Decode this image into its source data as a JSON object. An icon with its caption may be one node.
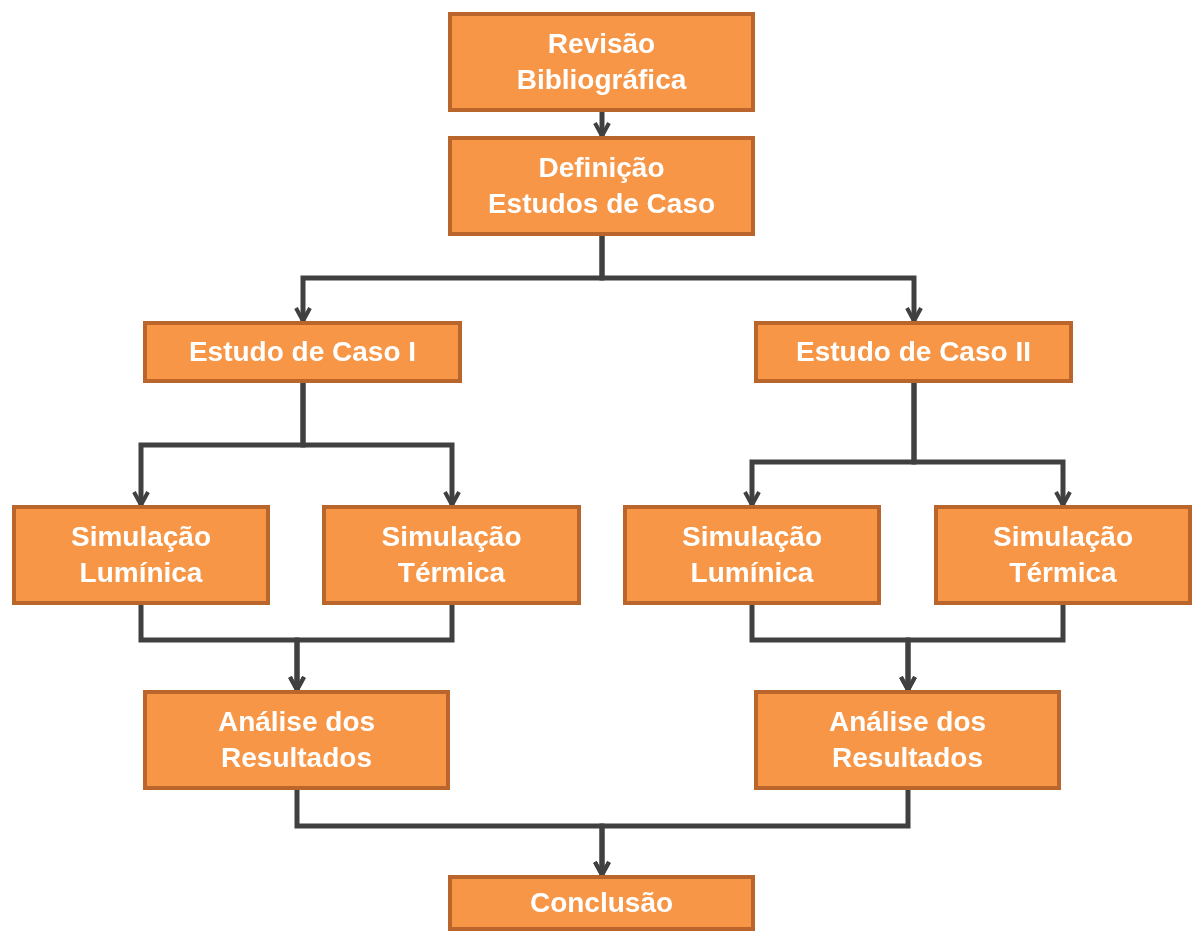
{
  "diagram": {
    "nodes": [
      {
        "text": [
          "Revisão Bibliográfica"
        ]
      },
      {
        "text": [
          "Definição Estudos de Caso"
        ]
      },
      {
        "text": [
          "Estudo de Caso I"
        ]
      },
      {
        "text": [
          "Estudo de Caso II"
        ]
      },
      {
        "text": [
          "Simulação Lumínica"
        ]
      },
      {
        "text": [
          "Simulação Térmica"
        ]
      },
      {
        "text": [
          "Simulação Lumínica"
        ]
      },
      {
        "text": [
          "Simulação Térmica"
        ]
      },
      {
        "text": [
          "Análise dos Resultados"
        ]
      },
      {
        "text": [
          "Análise dos Resultados"
        ]
      },
      {
        "text": [
          "Conclusão"
        ]
      }
    ],
    "edges": [
      {
        "from": 0,
        "to": 1,
        "arrow": "to"
      },
      {
        "from": 1,
        "to": 2,
        "arrow": "to"
      },
      {
        "from": 1,
        "to": 3,
        "arrow": "to"
      },
      {
        "from": 2,
        "to": 4,
        "arrow": "to"
      },
      {
        "from": 2,
        "to": 5,
        "arrow": "to"
      },
      {
        "from": 3,
        "to": 6,
        "arrow": "to"
      },
      {
        "from": 3,
        "to": 7,
        "arrow": "to"
      },
      {
        "from": 4,
        "to": 8,
        "arrow": "to"
      },
      {
        "from": 5,
        "to": 8,
        "arrow": "to"
      },
      {
        "from": 6,
        "to": 9,
        "arrow": "to"
      },
      {
        "from": 7,
        "to": 9,
        "arrow": "to"
      },
      {
        "from": 8,
        "to": 10,
        "arrow": "to"
      },
      {
        "from": 9,
        "to": 10,
        "arrow": "to"
      }
    ]
  }
}
